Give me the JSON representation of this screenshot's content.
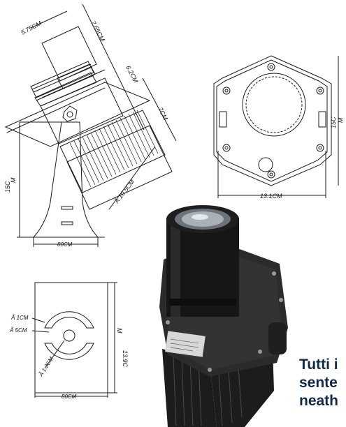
{
  "dimensions": {
    "top_width": "5.75CM",
    "top_length": "7.65CM",
    "lens_segment": "6.2CM",
    "body_length": "7CM",
    "bracket_height": [
      "15C",
      "M"
    ],
    "fin_diameter": "Ã 10.5CM",
    "base_width": "80CM",
    "front_height": [
      "15C",
      "M"
    ],
    "front_width": "13.1CM",
    "hole_large": "Ã 1CM",
    "hole_mid": "Ã 5CM",
    "hole_small": "Ã 1.3CM",
    "plate_height": [
      "13.9C",
      "M"
    ],
    "plate_width": "80CM"
  },
  "caption": {
    "line1": "Tutti i",
    "line2": "sente",
    "line3": "neath"
  },
  "colors": {
    "line": "#1a1a1a",
    "caption": "#102a4a",
    "product_body": "#2b2b2b",
    "product_fins": "#1c1c1c"
  }
}
